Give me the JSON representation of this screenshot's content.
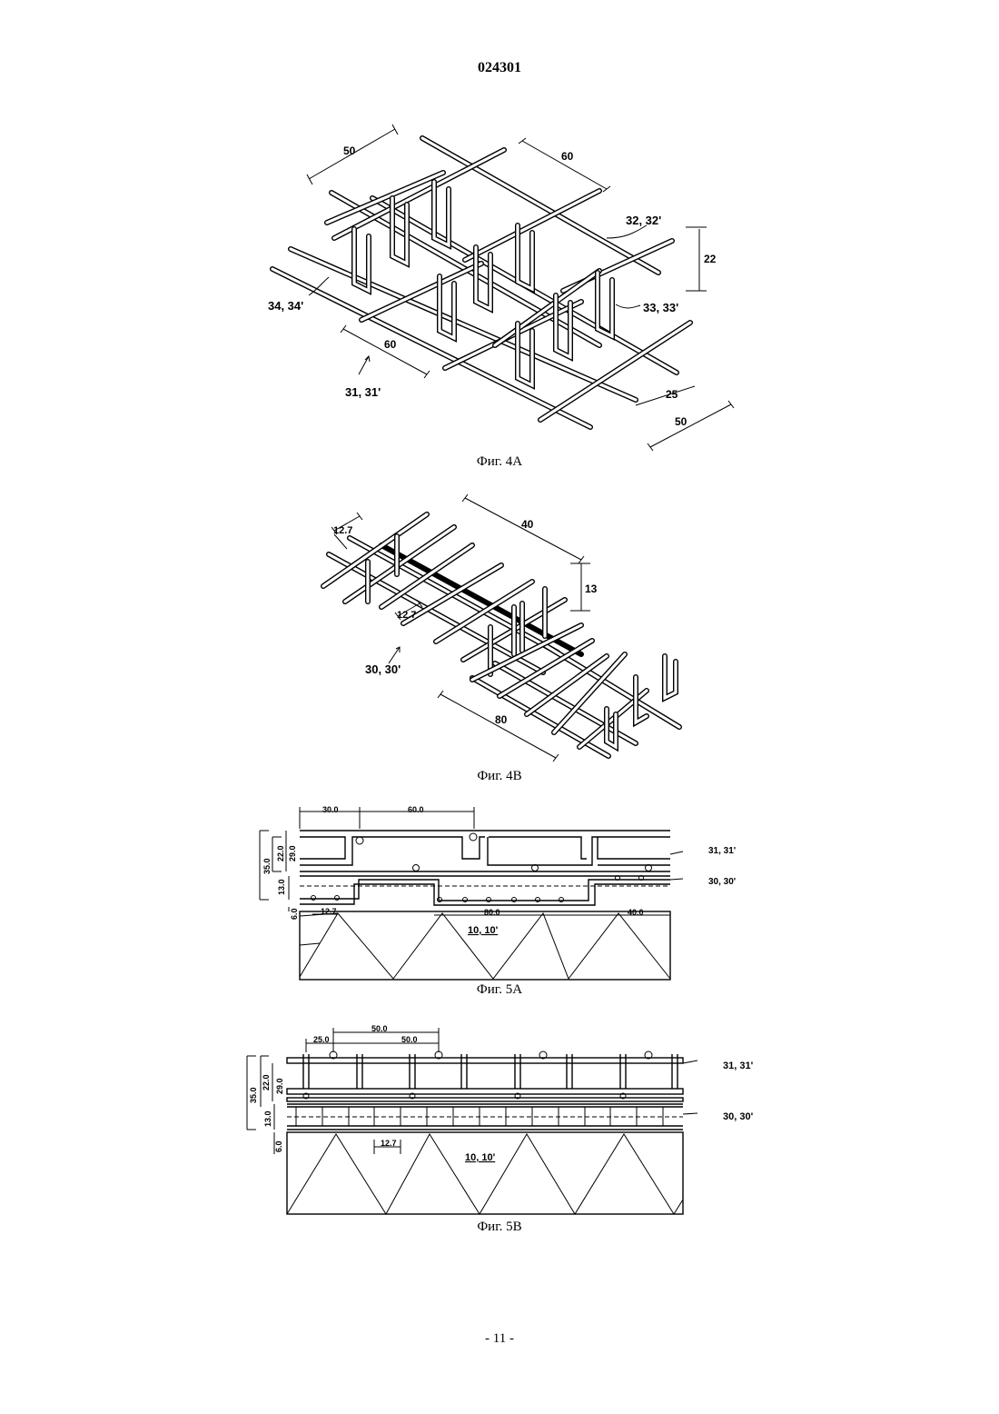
{
  "document": {
    "patent_number": "024301",
    "page_footer": "- 11 -"
  },
  "figures": [
    {
      "id": "fig-4a",
      "caption": "Фиг. 4А",
      "labels": {
        "upper_mesh": "32, 32'",
        "vertical_bars": "33, 33'",
        "lower_bars": "34, 34'",
        "cage": "31, 31'"
      },
      "dimensions": {
        "top_left": "50",
        "top_right": "60",
        "height": "22",
        "bottom_left": "60",
        "bottom_right_inner": "25",
        "bottom_right_outer": "50"
      }
    },
    {
      "id": "fig-4b",
      "caption": "Фиг. 4В",
      "labels": {
        "mesh": "30, 30'"
      },
      "dimensions": {
        "pitch_top": "12.7",
        "length_top": "40",
        "height": "13",
        "pitch_mid": "12.7",
        "length_bottom": "80"
      }
    },
    {
      "id": "fig-5a",
      "caption": "Фиг. 5А",
      "labels": {
        "cage": "31, 31'",
        "mesh": "30, 30'",
        "base": "10, 10'"
      },
      "dimensions": {
        "d30": "30.0",
        "d60": "60.0",
        "h29": "29.0",
        "h22": "22.0",
        "h35": "35.0",
        "h13": "13.0",
        "h6": "6.0",
        "p127": "12.7",
        "d80": "80.0",
        "d40": "40.0"
      }
    },
    {
      "id": "fig-5b",
      "caption": "Фиг. 5В",
      "labels": {
        "cage": "31, 31'",
        "mesh": "30, 30'",
        "base": "10, 10'"
      },
      "dimensions": {
        "d50a": "50.0",
        "d25": "25.0",
        "d50b": "50.0",
        "h29": "29.0",
        "h22": "22.0",
        "h35": "35.0",
        "h13": "13.0",
        "h6": "6.0",
        "p127": "12.7"
      }
    }
  ]
}
